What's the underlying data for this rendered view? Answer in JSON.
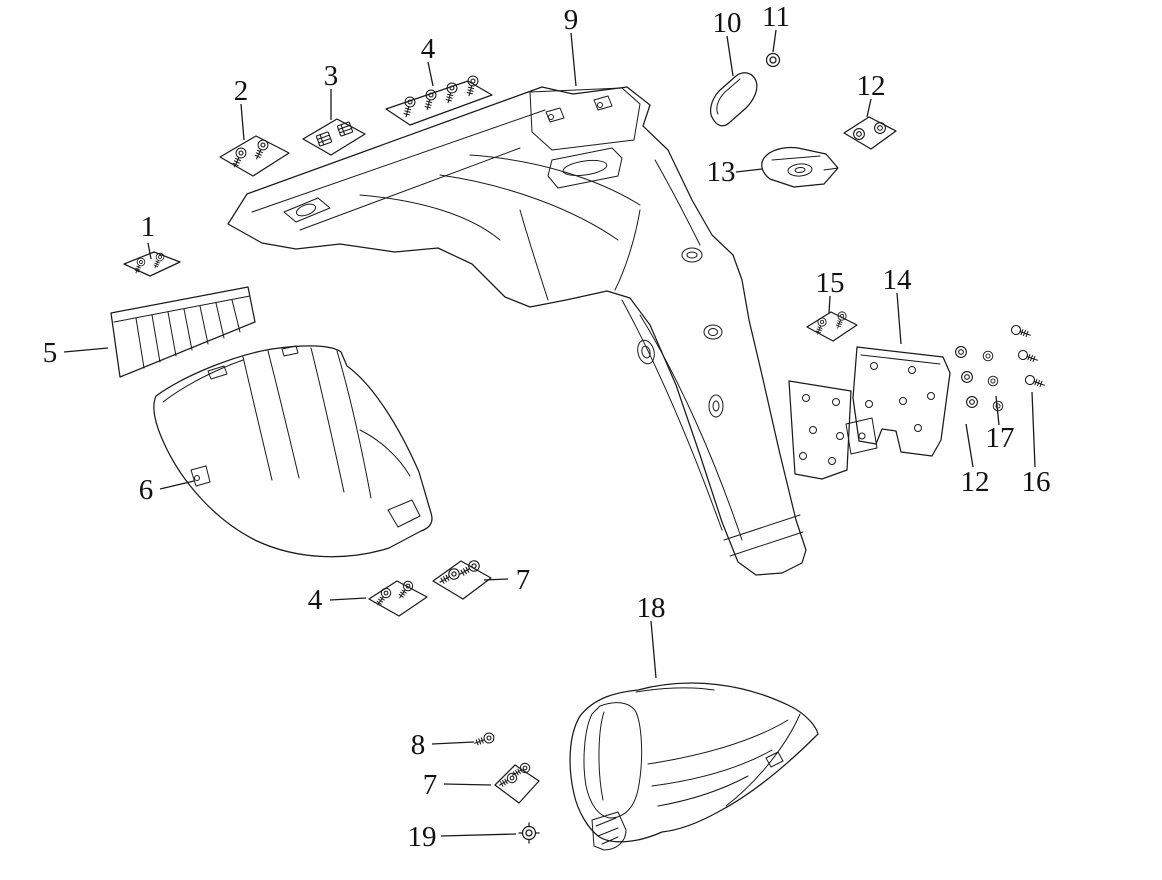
{
  "diagram": {
    "type": "exploded-parts-diagram",
    "colors": {
      "background": "#ffffff",
      "line": "#1a1a1a",
      "label": "#111111"
    },
    "callouts": [
      {
        "label": "1"
      },
      {
        "label": "2"
      },
      {
        "label": "3"
      },
      {
        "label": "4"
      },
      {
        "label": "9"
      },
      {
        "label": "10"
      },
      {
        "label": "11"
      },
      {
        "label": "12"
      },
      {
        "label": "13"
      },
      {
        "label": "5"
      },
      {
        "label": "15"
      },
      {
        "label": "14"
      },
      {
        "label": "6"
      },
      {
        "label": "4"
      },
      {
        "label": "7"
      },
      {
        "label": "18"
      },
      {
        "label": "8"
      },
      {
        "label": "7"
      },
      {
        "label": "19"
      },
      {
        "label": "17"
      },
      {
        "label": "12"
      },
      {
        "label": "16"
      }
    ]
  }
}
